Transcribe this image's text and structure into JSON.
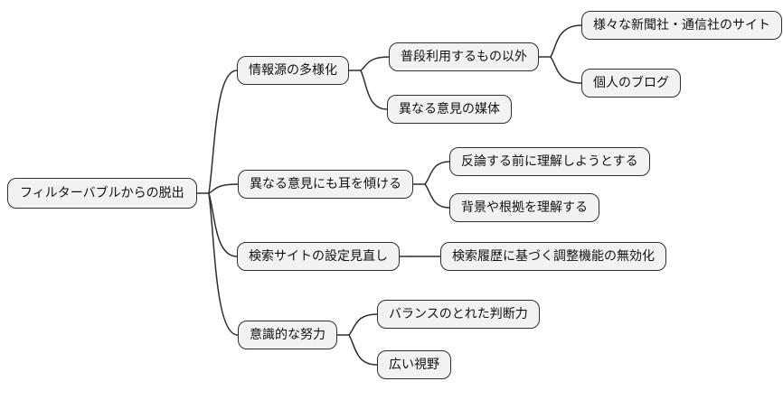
{
  "diagram": {
    "type": "mindmap",
    "background": "#ffffff",
    "node_style": {
      "fill": "#f2f2f2",
      "border_color": "#2e2e2e",
      "text_color": "#111111",
      "line_color": "#2e2e2e"
    },
    "root": {
      "id": "root",
      "label": "フィルターバブルからの脱出",
      "children": [
        {
          "id": "b1",
          "label": "情報源の多様化",
          "children": [
            {
              "id": "b1c1",
              "label": "普段利用するもの以外",
              "children": [
                {
                  "id": "b1c1c1",
                  "label": "様々な新聞社・通信社のサイト"
                },
                {
                  "id": "b1c1c2",
                  "label": "個人のブログ"
                }
              ]
            },
            {
              "id": "b1c2",
              "label": "異なる意見の媒体"
            }
          ]
        },
        {
          "id": "b2",
          "label": "異なる意見にも耳を傾ける",
          "children": [
            {
              "id": "b2c1",
              "label": "反論する前に理解しようとする"
            },
            {
              "id": "b2c2",
              "label": "背景や根拠を理解する"
            }
          ]
        },
        {
          "id": "b3",
          "label": "検索サイトの設定見直し",
          "children": [
            {
              "id": "b3c1",
              "label": "検索履歴に基づく調整機能の無効化"
            }
          ]
        },
        {
          "id": "b4",
          "label": "意識的な努力",
          "children": [
            {
              "id": "b4c1",
              "label": "バランスのとれた判断力"
            },
            {
              "id": "b4c2",
              "label": "広い視野"
            }
          ]
        }
      ]
    }
  }
}
